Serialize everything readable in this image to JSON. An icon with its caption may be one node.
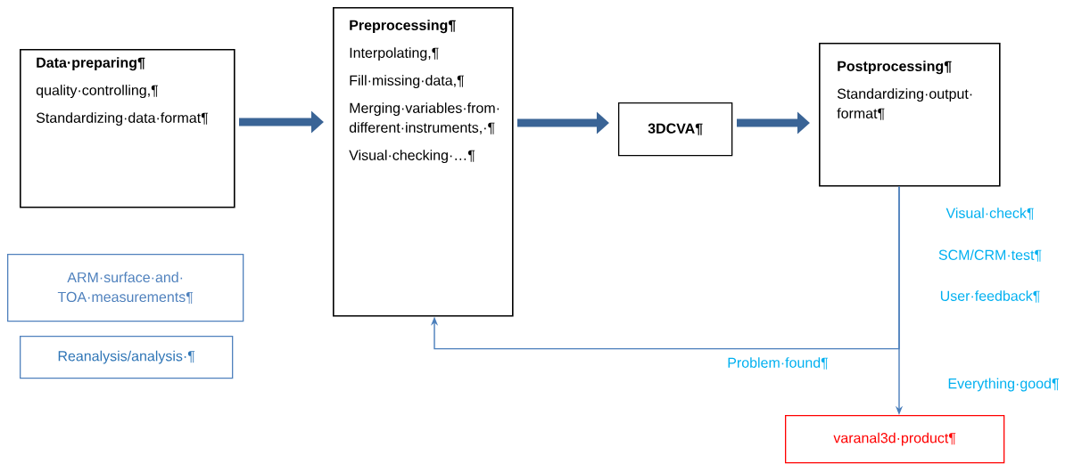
{
  "diagram": {
    "nodes": [
      {
        "text": [
          "Data·preparing¶",
          "quality·controlling,¶",
          "Standardizing·data·format¶"
        ]
      },
      {
        "text": [
          "ARM·surface·and·TOA·measurements¶"
        ]
      },
      {
        "text": [
          "Reanalysis/analysis·¶"
        ]
      },
      {
        "text": [
          "Preprocessing¶",
          "Interpolating,¶",
          "Fill·missing·data,¶",
          "Merging·variables·from·different·instruments,·¶",
          "Visual·checking·…¶"
        ]
      },
      {
        "text": [
          "3DCVA¶"
        ]
      },
      {
        "text": [
          "Postprocessing¶",
          "Standardizing·output·format¶"
        ]
      },
      {
        "text": [
          "varanal3d·product¶"
        ]
      }
    ],
    "edges": [
      {
        "from": 0,
        "to": 3,
        "arrow": "to"
      },
      {
        "from": 3,
        "to": 4,
        "arrow": "to"
      },
      {
        "from": 4,
        "to": 5,
        "arrow": "to"
      },
      {
        "from": 5,
        "to": 3,
        "arrow": "to",
        "label": "Problem·found¶",
        "color": "#4a7ebb"
      },
      {
        "from": 5,
        "to": 6,
        "arrow": "to",
        "label": "Everything·good¶",
        "color": "#4a7ebb"
      }
    ],
    "labels": [
      "Visual·check¶",
      "SCM/CRM·test¶",
      "User·feedback¶"
    ]
  }
}
